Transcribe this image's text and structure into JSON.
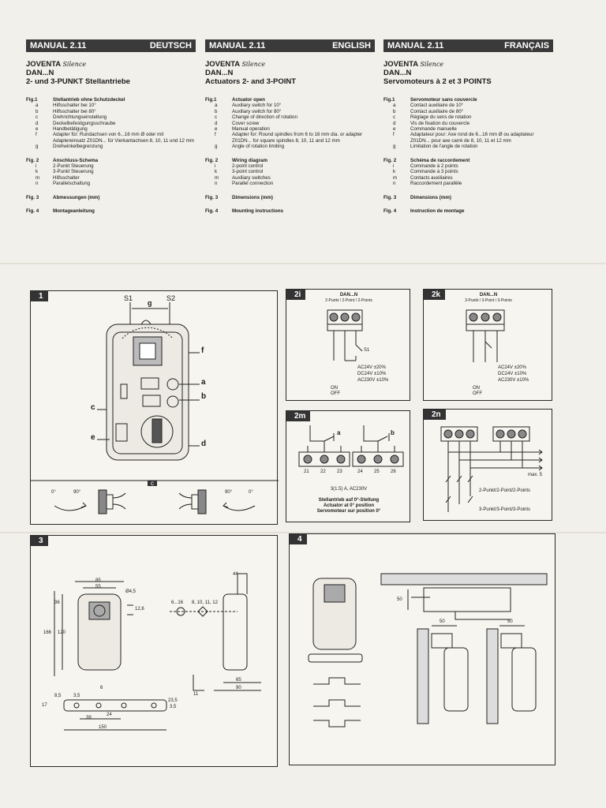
{
  "columns": [
    {
      "manual": "MANUAL 2.11",
      "lang": "DEUTSCH",
      "brand": "JOVENTA",
      "brand_script": "Silence",
      "model": "DAN...N",
      "subtitle": "2- und 3-PUNKT Stellantriebe",
      "fig1": {
        "label": "Fig.1",
        "title": "Stellantrieb ohne Schutzdeckel",
        "items": [
          {
            "k": "a",
            "t": "Hilfsschalter bei 10°"
          },
          {
            "k": "b",
            "t": "Hilfsschalter bei 80°"
          },
          {
            "k": "c",
            "t": "Drehrichtungseinstellung"
          },
          {
            "k": "d",
            "t": "Deckelbefestigungsschraube"
          },
          {
            "k": "e",
            "t": "Handbetätigung"
          },
          {
            "k": "f",
            "t": "Adapter für: Rundachsen von 6...16 mm Ø oder mit Adaptereinsatz Z01DN... für Vierkantachsen 8, 10, 11 und 12 mm"
          },
          {
            "k": "g",
            "t": "Drehwinkelbegrenzung"
          }
        ]
      },
      "fig2": {
        "label": "Fig. 2",
        "title": "Anschluss-Schema",
        "items": [
          {
            "k": "i",
            "t": "2-Punkt Steuerung"
          },
          {
            "k": "k",
            "t": "3-Punkt Steuerung"
          },
          {
            "k": "m",
            "t": "Hilfsschalter"
          },
          {
            "k": "n",
            "t": "Parallelschaltung"
          }
        ]
      },
      "fig3": {
        "label": "Fig. 3",
        "title": "Abmessungen (mm)"
      },
      "fig4": {
        "label": "Fig. 4",
        "title": "Montageanleitung"
      }
    },
    {
      "manual": "MANUAL 2.11",
      "lang": "ENGLISH",
      "brand": "JOVENTA",
      "brand_script": "Silence",
      "model": "DAN...N",
      "subtitle": "Actuators 2- and 3-POINT",
      "fig1": {
        "label": "Fig.1",
        "title": "Actuator open",
        "items": [
          {
            "k": "a",
            "t": "Auxiliary switch for 10°"
          },
          {
            "k": "b",
            "t": "Auxiliary switch for 80°"
          },
          {
            "k": "c",
            "t": "Change of direction of rotation"
          },
          {
            "k": "d",
            "t": "Cover screw"
          },
          {
            "k": "e",
            "t": "Manual operation"
          },
          {
            "k": "f",
            "t": "Adapter for: Round spindles from 6 to 16 mm dia. or adapter Z01DN... for square spindles 8, 10, 11 and 12 mm"
          },
          {
            "k": "g",
            "t": "Angle of rotation limiting"
          }
        ]
      },
      "fig2": {
        "label": "Fig. 2",
        "title": "Wiring diagram",
        "items": [
          {
            "k": "i",
            "t": "2-point control"
          },
          {
            "k": "k",
            "t": "3-point control"
          },
          {
            "k": "m",
            "t": "Auxiliary switches"
          },
          {
            "k": "n",
            "t": "Parallel connection"
          }
        ]
      },
      "fig3": {
        "label": "Fig. 3",
        "title": "Dimensions (mm)"
      },
      "fig4": {
        "label": "Fig. 4",
        "title": "Mounting instructions"
      }
    },
    {
      "manual": "MANUAL 2.11",
      "lang": "FRANÇAIS",
      "brand": "JOVENTA",
      "brand_script": "Silence",
      "model": "DAN...N",
      "subtitle": "Servomoteurs à 2 et 3 POINTS",
      "fig1": {
        "label": "Fig.1",
        "title": "Servomoteur sans couvercle",
        "items": [
          {
            "k": "a",
            "t": "Contact auxiliaire de 10°"
          },
          {
            "k": "b",
            "t": "Contact auxiliaire de 80°"
          },
          {
            "k": "c",
            "t": "Réglage du sens de rotation"
          },
          {
            "k": "d",
            "t": "Vis de fixation du couvercle"
          },
          {
            "k": "e",
            "t": "Commande manuelle"
          },
          {
            "k": "f",
            "t": "Adaptateur pour: Axe rond de 6...16 mm Ø ou adaptateur Z01DN... pour axe carré de 8, 10, 11 et 12 mm"
          },
          {
            "k": "g",
            "t": "Limitation de l'angle de rotation"
          }
        ]
      },
      "fig2": {
        "label": "Fig. 2",
        "title": "Schéma de raccordement",
        "items": [
          {
            "k": "i",
            "t": "Commande à 2 points"
          },
          {
            "k": "k",
            "t": "Commande à 3 points"
          },
          {
            "k": "m",
            "t": "Contacts auxiliaires"
          },
          {
            "k": "n",
            "t": "Raccordement parallèle"
          }
        ]
      },
      "fig3": {
        "label": "Fig. 3",
        "title": "Dimensions (mm)"
      },
      "fig4": {
        "label": "Fig. 4",
        "title": "Instruction de montage"
      }
    }
  ],
  "panels": {
    "p1": {
      "label": "1",
      "s1": "S1",
      "s2": "S2",
      "g": "g",
      "f": "f",
      "a": "a",
      "b": "b",
      "c": "c",
      "e": "e",
      "d": "d",
      "c_tag": "c",
      "deg0": "0°",
      "deg90": "90°"
    },
    "p2i": {
      "label": "2i",
      "title": "DAN...N",
      "sub": "2-Punkt / 2-Point / 2-Points",
      "s1": "S1",
      "l1": "AC24V ±20%",
      "l2": "DC24V ±10%",
      "l3": "AC230V ±10%",
      "on": "ON",
      "off": "OFF"
    },
    "p2k": {
      "label": "2k",
      "title": "DAN...N",
      "sub": "3-Punkt / 3-Point / 3-Points",
      "l1": "AC24V ±20%",
      "l2": "DC24V ±10%",
      "l3": "AC230V ±10%",
      "on": "ON",
      "off": "OFF"
    },
    "p2m": {
      "label": "2m",
      "a": "a",
      "b": "b",
      "term": [
        "21",
        "22",
        "23",
        "24",
        "25",
        "26"
      ],
      "cap1": "3(1.5) A, AC230V",
      "cap2": "Stellantrieb auf 0°-Stellung",
      "cap3": "Actuator at 0° position",
      "cap4": "Servomoteur sur position 0°"
    },
    "p2n": {
      "label": "2n",
      "maxv": "max. 5",
      "t1": "2-Punkt/2-Point/2-Points",
      "t2": "3-Punkt/3-Point/3-Points"
    },
    "p3": {
      "label": "3",
      "d85": "85",
      "d55": "55",
      "d45": "Ø4,5",
      "d36": "36",
      "d126": "12,6",
      "d166": "166",
      "d120": "120",
      "d616": "6...16",
      "d8": "8, 10, 11, 12",
      "d44": "44",
      "d11": "11",
      "d65": "65",
      "d90": "90",
      "d85b": "8,5",
      "d35": "3,5",
      "d6": "6",
      "d17": "17",
      "d235": "23,5",
      "d35b": "3,5",
      "d39": "39",
      "d24": "24",
      "d150": "150"
    },
    "p4": {
      "label": "4",
      "d50a": "50",
      "d50b": "50",
      "d50c": "50"
    }
  }
}
